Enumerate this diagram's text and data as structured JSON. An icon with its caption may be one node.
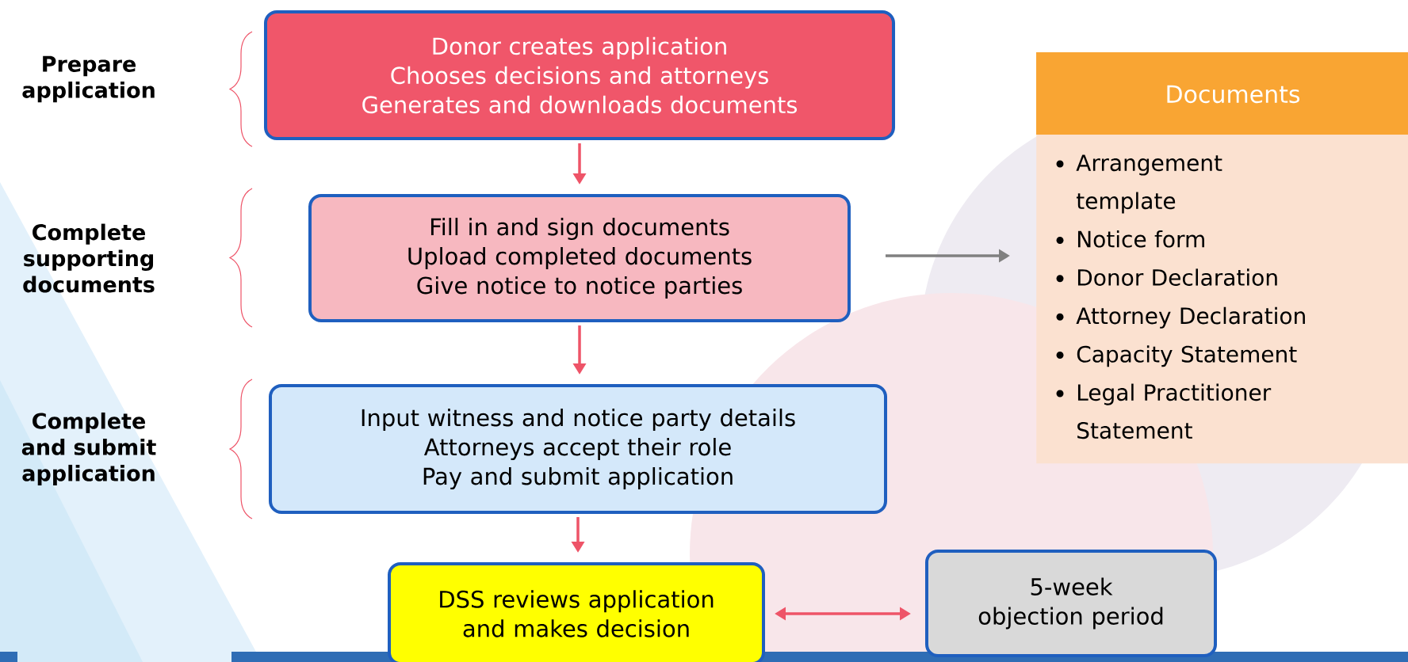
{
  "diagram": {
    "nodes": [
      {
        "text": [
          "Donor creates application",
          "Chooses decisions and attorneys",
          "Generates and downloads documents"
        ]
      },
      {
        "text": [
          "Fill in and sign documents",
          "Upload completed documents",
          "Give notice to notice parties"
        ]
      },
      {
        "text": [
          "Input witness and notice party details",
          "Attorneys accept their role",
          "Pay and submit application"
        ]
      },
      {
        "text": [
          "DSS reviews application and makes decision"
        ]
      },
      {
        "text": [
          "5-week objection period"
        ]
      },
      {
        "text": [
          "Documents",
          "Arrangement template",
          "Notice form",
          "Donor Declaration",
          "Attorney Declaration",
          "Capacity Statement",
          "Legal Practitioner Statement"
        ]
      }
    ],
    "edges": [
      {
        "from": 0,
        "to": 1,
        "arrow": "to"
      },
      {
        "from": 1,
        "to": 2,
        "arrow": "to"
      },
      {
        "from": 2,
        "to": 3,
        "arrow": "to"
      },
      {
        "from": 3,
        "to": 4,
        "arrow": "both"
      },
      {
        "from": null,
        "to": 5,
        "arrow": "to",
        "color": "#808080"
      }
    ],
    "labels": [
      "Prepare application",
      "Complete supporting documents",
      "Complete and submit application"
    ]
  }
}
